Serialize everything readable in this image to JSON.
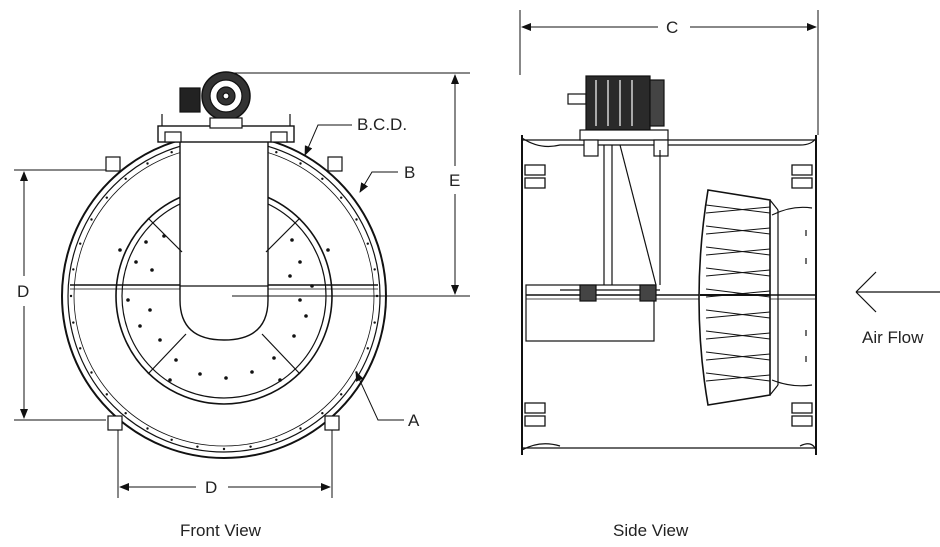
{
  "labels": {
    "bcd": "B.C.D.",
    "b": "B",
    "a": "A",
    "d_vertical": "D",
    "d_horizontal": "D",
    "c": "C",
    "e": "E",
    "air_flow": "Air Flow"
  },
  "captions": {
    "front": "Front View",
    "side": "Side View"
  },
  "icons": {
    "arrow": "air-flow-arrow-icon",
    "motor": "motor-icon"
  }
}
